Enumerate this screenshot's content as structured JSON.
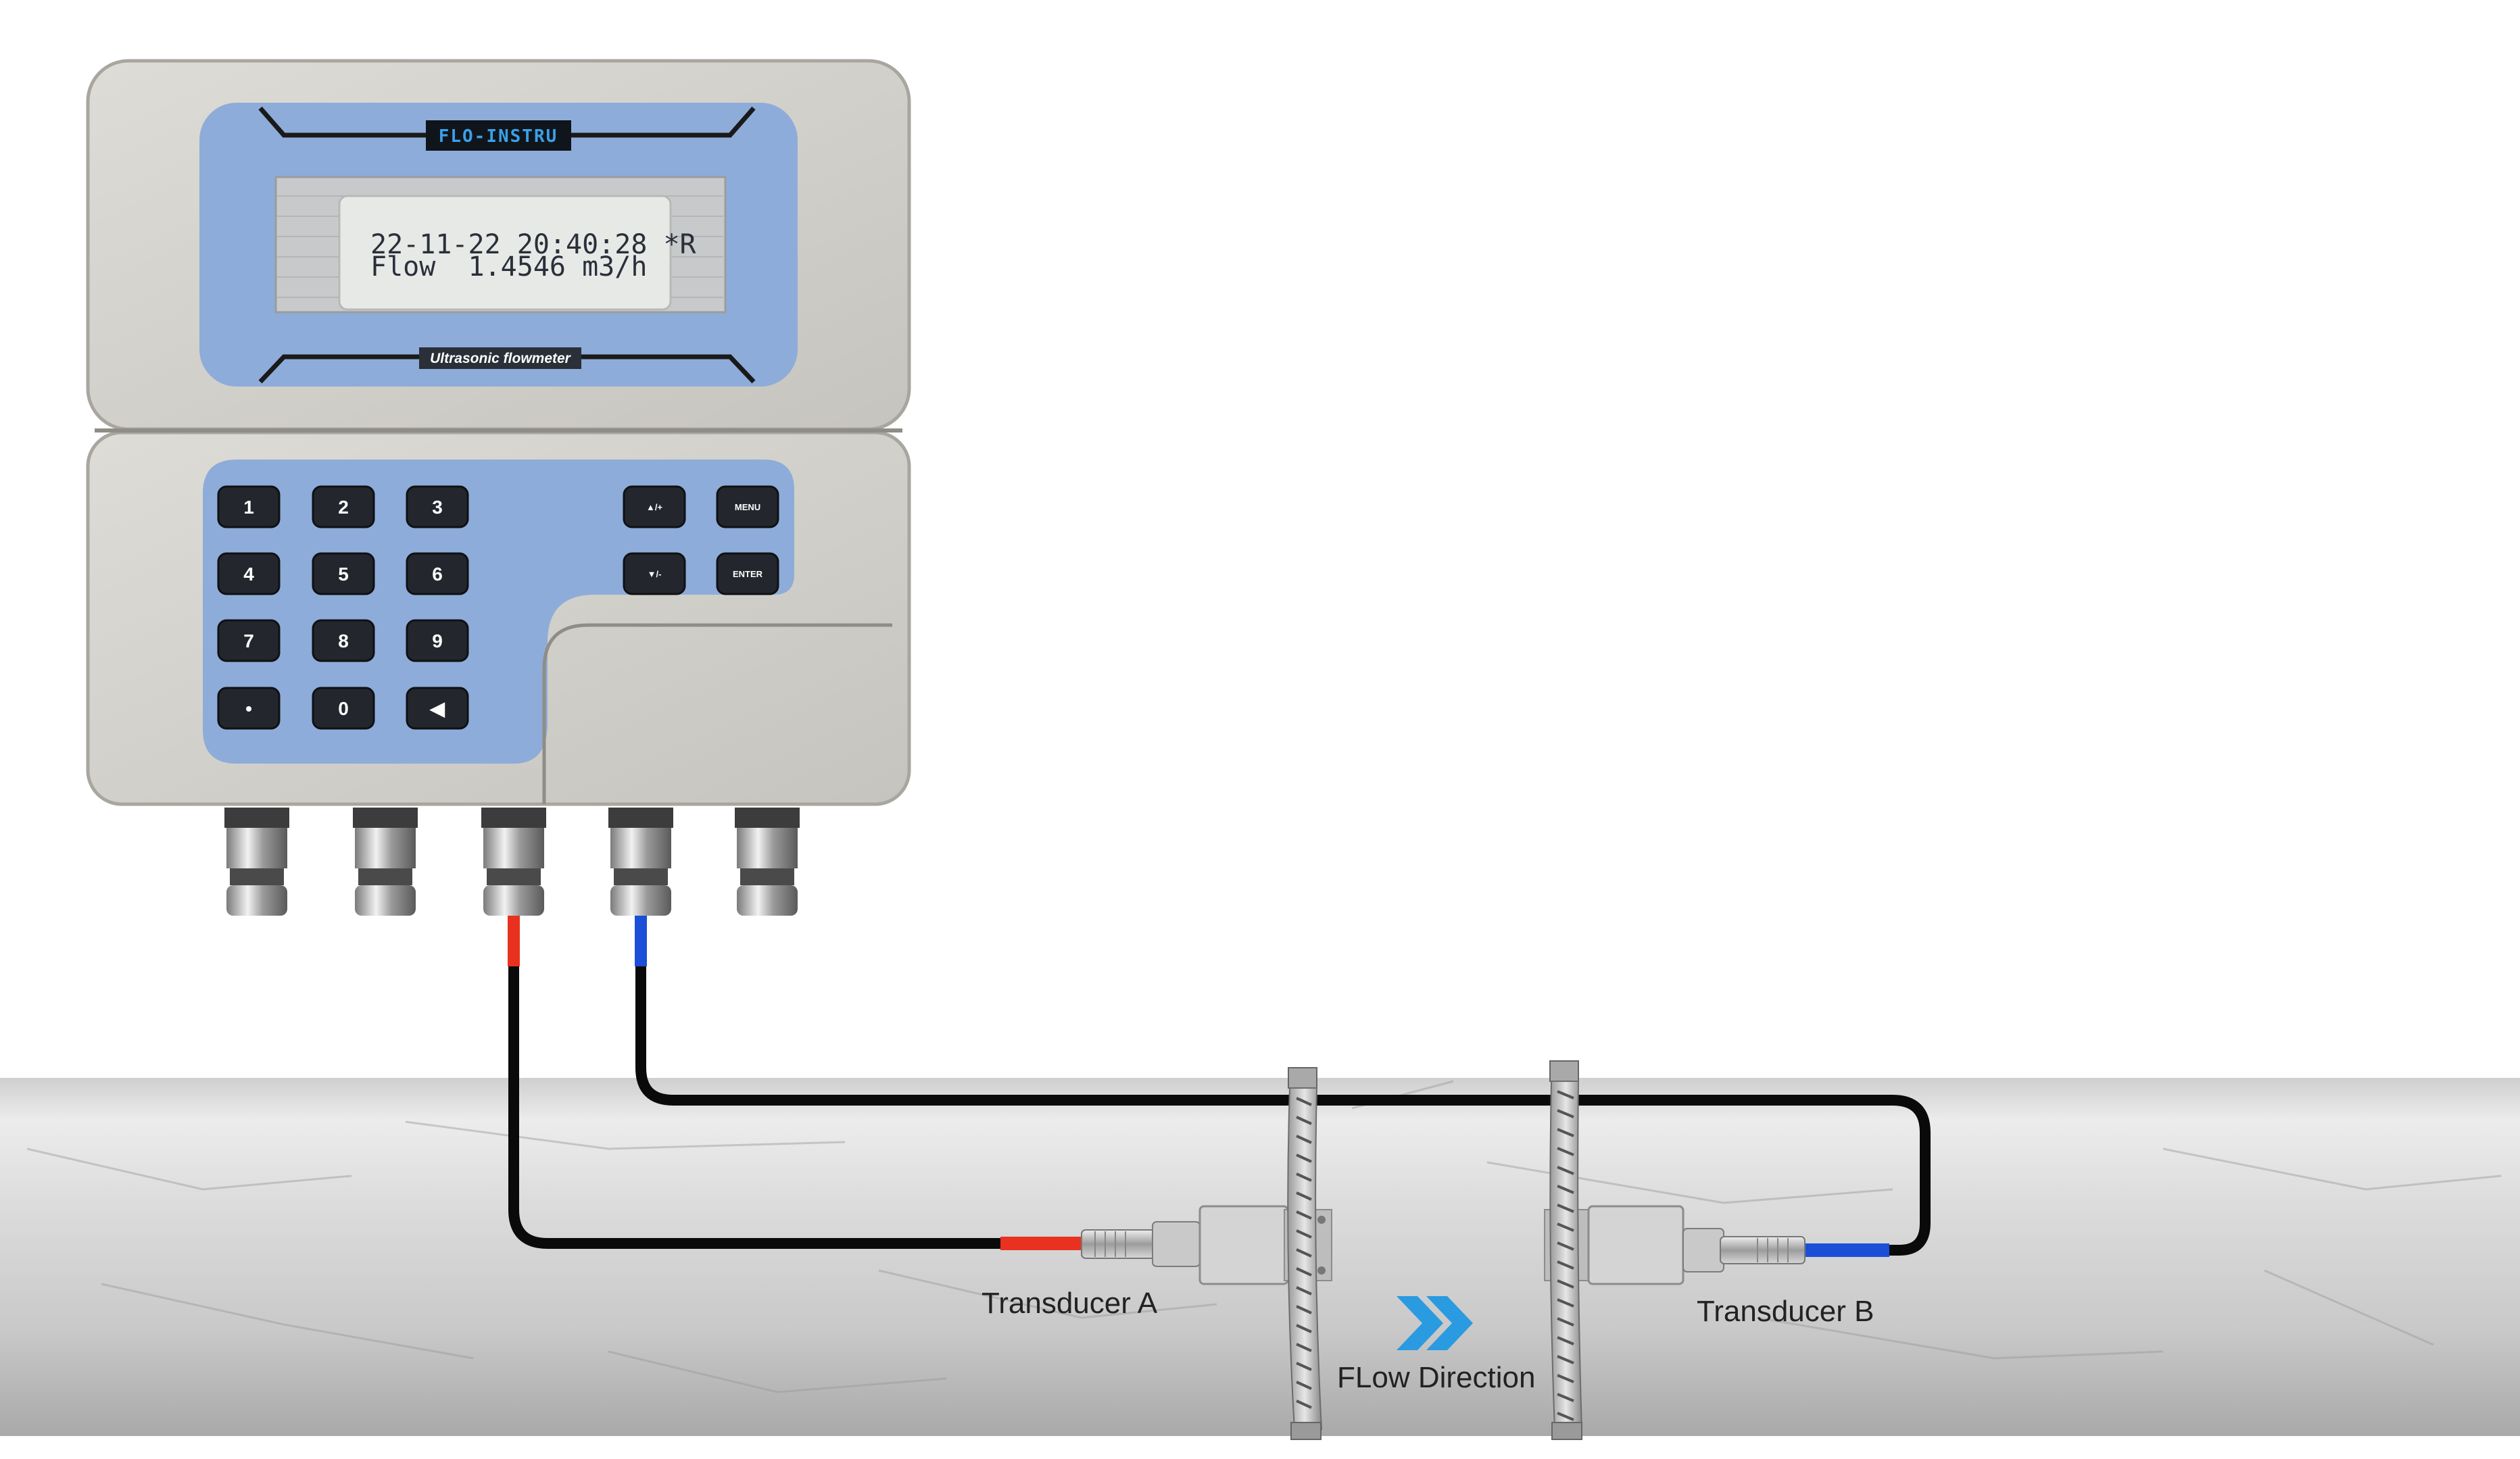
{
  "device": {
    "brand": "FLO-INSTRU",
    "subtitle": "Ultrasonic flowmeter",
    "display_line1": "22-11-22 20:40:28 *R",
    "display_line2": "Flow  1.4546 m3/h"
  },
  "keypad": {
    "numeric": [
      "1",
      "2",
      "3",
      "4",
      "5",
      "6",
      "7",
      "8",
      "9",
      "•",
      "0",
      "◀"
    ],
    "up_label": "▲/+",
    "down_label": "▼/-",
    "menu_label": "MENU",
    "enter_label": "ENTER"
  },
  "labels": {
    "transducer_a": "Transducer A",
    "transducer_b": "Transducer B",
    "flow_direction": "FLow Direction"
  },
  "colors": {
    "panel_blue": "#8eacd9",
    "housing": "#d3d1cb",
    "cable_a": "#e8321f",
    "cable_b": "#1b4fd8",
    "arrow": "#2a9be0"
  }
}
